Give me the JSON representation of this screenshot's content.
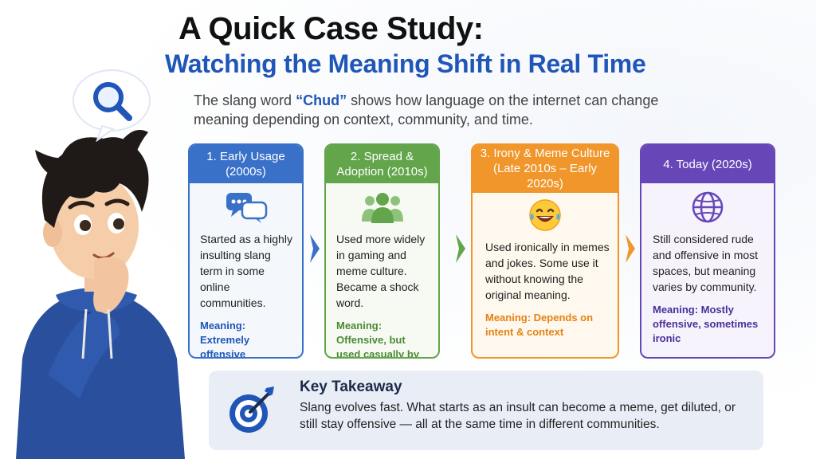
{
  "title_line1": "A Quick Case Study:",
  "title_line2": "Watching the Meaning Shift in Real Time",
  "intro": {
    "before": "The slang word ",
    "highlight": "“Chud”",
    "after": " shows how language on the internet can change meaning depending on context, community, and time."
  },
  "stages": [
    {
      "heading": "1. Early Usage (2000s)",
      "icon": "chat-bubbles-icon",
      "description": "Started as a highly insulting slang term in some online communities.",
      "meaning": "Meaning: Extremely offensive",
      "color": "#3a71c8"
    },
    {
      "heading": "2. Spread & Adoption (2010s)",
      "icon": "people-group-icon",
      "description": "Used more widely in gaming and meme culture. Became a shock word.",
      "meaning": "Meaning: Offensive, but used casually by some",
      "color": "#62a54b"
    },
    {
      "heading": "3. Irony & Meme Culture (Late 2010s – Early 2020s)",
      "icon": "laughing-face-icon",
      "description": "Used ironically in memes and jokes. Some use it without knowing the original meaning.",
      "meaning": "Meaning: Depends on intent & context",
      "color": "#f0962a"
    },
    {
      "heading": "4. Today (2020s)",
      "icon": "globe-icon",
      "description": "Still considered rude and offensive in most spaces, but meaning varies by community.",
      "meaning": "Meaning: Mostly offensive, sometimes ironic",
      "color": "#6747b8"
    }
  ],
  "takeaway": {
    "title": "Key Takeaway",
    "text": "Slang evolves fast. What starts as an insult can become a meme, get diluted, or still stay offensive — all at the same time in different communities.",
    "icon": "target-icon"
  },
  "illustration": {
    "person": "thinking-person-illustration",
    "thought_icon": "magnifier-icon"
  }
}
